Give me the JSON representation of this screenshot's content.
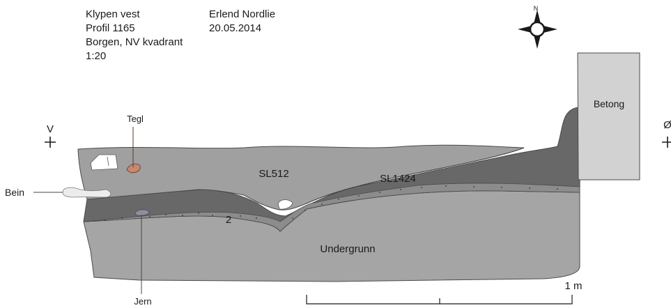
{
  "header": {
    "site": "Klypen vest",
    "profile": "Profil 1165",
    "location": "Borgen, NV kvadrant",
    "scale": "1:20",
    "author": "Erlend Nordlie",
    "date": "20.05.2014"
  },
  "compass": {
    "north_label": "N",
    "icon": "compass-rose-icon"
  },
  "directions": {
    "west": "V",
    "east": "Ø"
  },
  "layers": {
    "sl512": "SL512",
    "sl1424": "SL1424",
    "layer2": "2",
    "subsoil": "Undergrunn",
    "concrete": "Betong"
  },
  "finds": {
    "brick": "Tegl",
    "bone": "Bein",
    "iron": "Jern"
  },
  "scale_bar": {
    "label": "1 m"
  },
  "colors": {
    "sl512": "#a0a0a0",
    "sl1424": "#686868",
    "layer2": "#8c8c8c",
    "subsoil": "#a5a5a5",
    "concrete": "#d2d2d2",
    "brick": "#c8876e",
    "iron": "#8e8e9e",
    "bone": "#ececec"
  }
}
